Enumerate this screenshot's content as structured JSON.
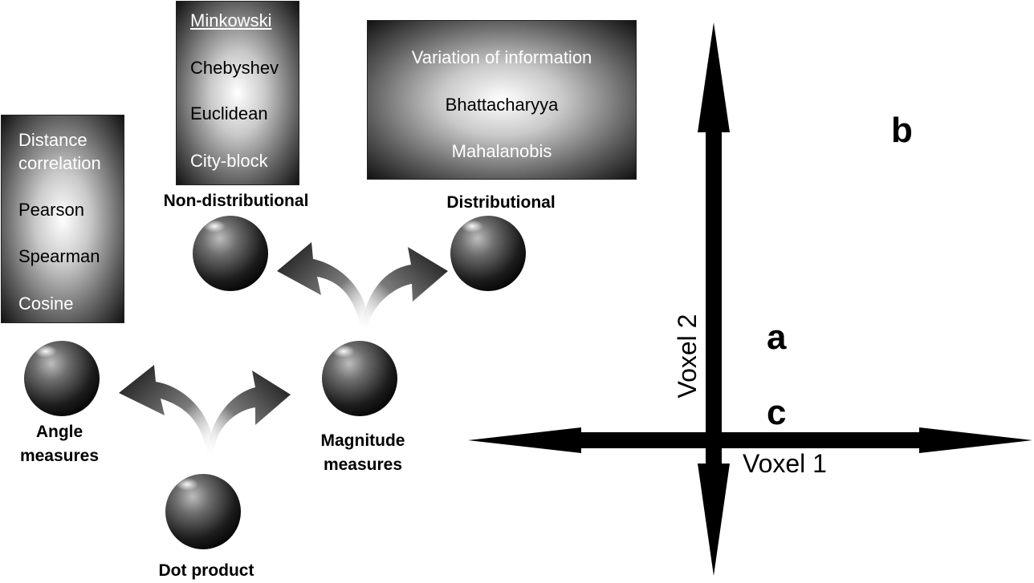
{
  "boxes": {
    "angle": {
      "items": [
        {
          "text": "Distance",
          "tone": "light"
        },
        {
          "text": "correlation",
          "tone": "light"
        },
        {
          "text": "Pearson",
          "tone": "dark"
        },
        {
          "text": "Spearman",
          "tone": "dark"
        },
        {
          "text": "Cosine",
          "tone": "light"
        }
      ]
    },
    "non_distributional": {
      "items": [
        {
          "text": "Minkowski",
          "tone": "light",
          "underline": true
        },
        {
          "text": "Chebyshev",
          "tone": "dark"
        },
        {
          "text": "Euclidean",
          "tone": "dark"
        },
        {
          "text": "City-block",
          "tone": "light"
        }
      ]
    },
    "distributional": {
      "items": [
        {
          "text": "Variation of information",
          "tone": "light"
        },
        {
          "text": "Bhattacharyya",
          "tone": "dark"
        },
        {
          "text": "Mahalanobis",
          "tone": "light"
        }
      ]
    }
  },
  "nodes": {
    "dot_product": {
      "label": "Dot product"
    },
    "angle_measures": {
      "label_line1": "Angle",
      "label_line2": "measures"
    },
    "magnitude_measures": {
      "label_line1": "Magnitude",
      "label_line2": "measures"
    },
    "non_distributional": {
      "label": "Non-distributional"
    },
    "distributional": {
      "label": "Distributional"
    }
  },
  "axes": {
    "x_label": "Voxel 1",
    "y_label": "Voxel 2"
  },
  "letters": {
    "a": "a",
    "b": "b",
    "c": "c"
  }
}
